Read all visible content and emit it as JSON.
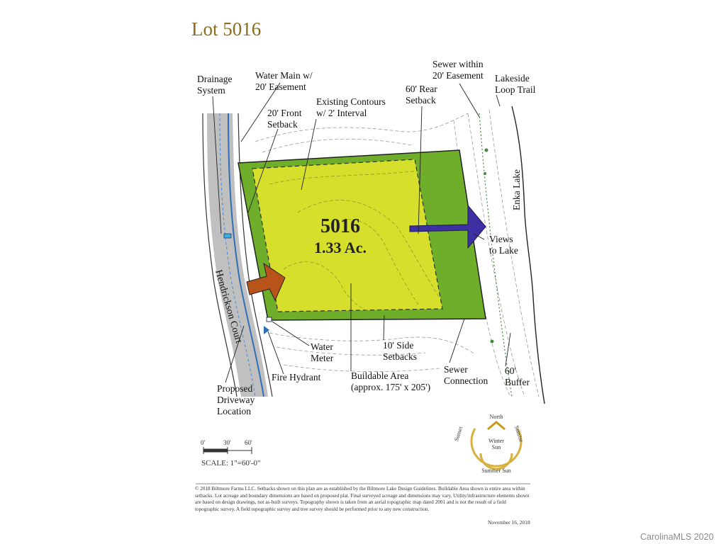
{
  "title": "Lot 5016",
  "lot": {
    "number": "5016",
    "area": "1.33 Ac."
  },
  "labels": {
    "drainage": [
      "Drainage",
      "System"
    ],
    "water_main": [
      "Water Main w/",
      "20' Easement"
    ],
    "front_setback": [
      "20' Front",
      "Setback"
    ],
    "contours": [
      "Existing Contours",
      "w/ 2' Interval"
    ],
    "rear_setback": [
      "60' Rear",
      "Setback"
    ],
    "sewer_easement": [
      "Sewer within",
      "20' Easement"
    ],
    "trail": [
      "Lakeside",
      "Loop Trail"
    ],
    "lake": "Enka Lake",
    "views": [
      "Views",
      "to Lake"
    ],
    "road": "Hendrickson Court",
    "water_meter": [
      "Water",
      "Meter"
    ],
    "side_setbacks": [
      "10' Side",
      "Setbacks"
    ],
    "fire_hydrant": "Fire Hydrant",
    "buildable": [
      "Buildable Area",
      "(approx. 175' x 205')"
    ],
    "sewer_connection": [
      "Sewer",
      "Connection"
    ],
    "buffer": [
      "60'",
      "Buffer"
    ],
    "driveway": [
      "Proposed",
      "Driveway",
      "Location"
    ]
  },
  "scale": {
    "ticks": [
      "0'",
      "30'",
      "60'"
    ],
    "label": "SCALE: 1\"=60'-0\""
  },
  "compass": {
    "north": "North",
    "sunset": "Sunset",
    "sunrise": "Sunrise",
    "winter_sun": [
      "Winter",
      "Sun"
    ],
    "summer_sun": "Summer Sun"
  },
  "footer": {
    "text": "© 2018 Biltmore Farms LLC.  Setbacks shown on this plan are as established by the Biltmore Lake Design Guidelines.  Buildable Area shown is entire area within setbacks.  Lot acreage and boundary dimensions are based on proposed plat.  Final surveyed acreage and dimensions may vary.  Utility/infrastructure elements shown are based on design drawings, not as-built surveys.  Topography shown is taken from an aerial topographic map dated 2001 and is not the result of a field topographic survey.  A field topographic survey and tree survey should be performed prior to any new construction.",
    "date": "November 16, 2018"
  },
  "watermark": "CarolinaMLS 2020",
  "colors": {
    "lot_green": "#6fae2a",
    "buildable_yellow": "#d6e02c",
    "arrow_brown": "#b8531a",
    "arrow_blue": "#3e2fa3",
    "title_gold": "#8a6d1c"
  }
}
